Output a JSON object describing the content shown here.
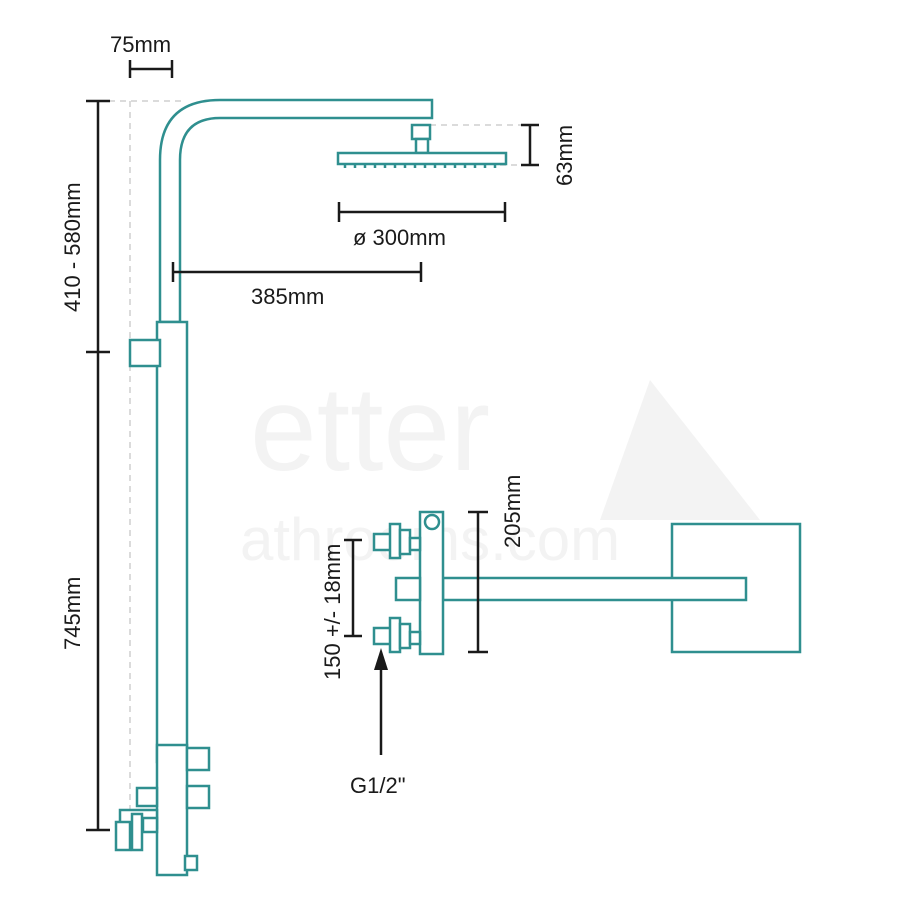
{
  "watermark": {
    "main": "etter",
    "sub": "athrooms.com"
  },
  "dimensions": {
    "arm_offset": "75mm",
    "riser_upper": "410 - 580mm",
    "riser_lower": "745mm",
    "head_thickness": "63mm",
    "head_diameter": "ø 300mm",
    "arm_reach": "385mm",
    "valve_height": "205mm",
    "inlet_centres": "150 +/- 18mm",
    "inlet_thread": "G1/2\""
  },
  "colors": {
    "outline": "#2f8f8f",
    "dimension": "#1a1a1a"
  }
}
